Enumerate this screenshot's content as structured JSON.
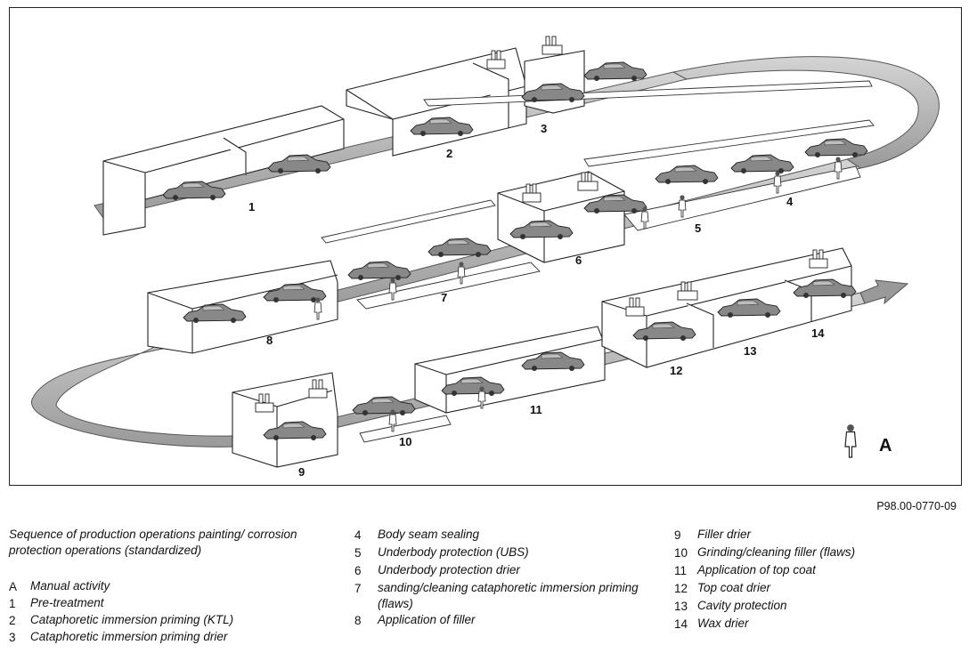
{
  "figure_ref": "P98.00-0770-09",
  "caption": "Sequence of production operations painting/ corrosion protection operations (standardized)",
  "diagram_marker": "A",
  "station_numbers": [
    "1",
    "2",
    "3",
    "4",
    "5",
    "6",
    "7",
    "8",
    "9",
    "10",
    "11",
    "12",
    "13",
    "14"
  ],
  "legend": [
    {
      "key": "A",
      "text": "Manual activity"
    },
    {
      "key": "1",
      "text": "Pre-treatment"
    },
    {
      "key": "2",
      "text": "Cataphoretic immersion priming (KTL)"
    },
    {
      "key": "3",
      "text": "Cataphoretic immersion priming drier"
    },
    {
      "key": "4",
      "text": "Body seam sealing"
    },
    {
      "key": "5",
      "text": "Underbody protection (UBS)"
    },
    {
      "key": "6",
      "text": "Underbody protection drier"
    },
    {
      "key": "7",
      "text": "sanding/cleaning cataphoretic immersion priming (flaws)"
    },
    {
      "key": "8",
      "text": "Application of filler"
    },
    {
      "key": "9",
      "text": "Filler drier"
    },
    {
      "key": "10",
      "text": "Grinding/cleaning filler (flaws)"
    },
    {
      "key": "11",
      "text": "Application of top coat"
    },
    {
      "key": "12",
      "text": "Top coat drier"
    },
    {
      "key": "13",
      "text": "Cavity protection"
    },
    {
      "key": "14",
      "text": "Wax drier"
    }
  ]
}
